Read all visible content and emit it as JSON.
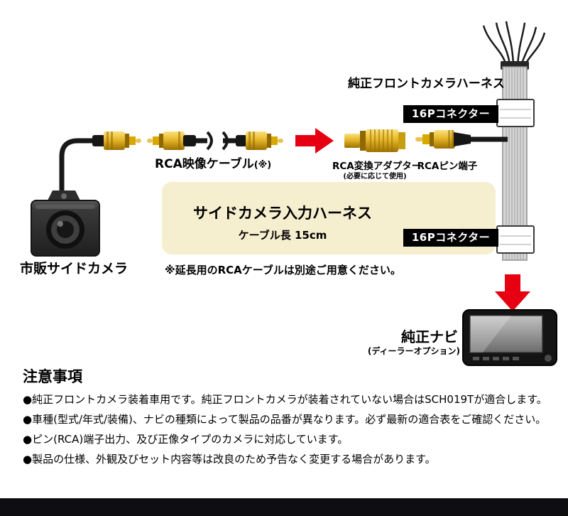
{
  "diagram": {
    "front_harness_label": "純正フロントカメラハーネス",
    "connector_top": "16Pコネクター",
    "connector_bottom": "16Pコネクター",
    "rca_cable_label": "RCA映像ケーブル",
    "rca_cable_mark": "(※)",
    "adapter_label": "RCA変換アダプター",
    "adapter_sub": "(必要に応じて使用)",
    "pin_label": "RCAピン端子",
    "box_title": "サイドカメラ入力ハーネス",
    "box_sub": "ケーブル長 15cm",
    "extension_note": "※延長用のRCAケーブルは別途ご用意ください。",
    "camera_label": "市販サイドカメラ",
    "navi_label": "純正ナビ",
    "navi_sub": "(ディーラーオプション)"
  },
  "notes": {
    "title": "注意事項",
    "items": [
      "●純正フロントカメラ装着車用です。純正フロントカメラが装着されていない場合はSCH019Tが適合します。",
      "●車種(型式/年式/装備)、ナビの種類によって製品の品番が異なります。必ず最新の適合表をご確認ください。",
      "●ピン(RCA)端子出力、及び正像タイプのカメラに対応しています。",
      "●製品の仕様、外観及びセット内容等は改良のため予告なく変更する場合があります。"
    ]
  },
  "colors": {
    "accent_red": "#e60012",
    "harness_box_bg": "#f5eecf",
    "rca_gold": "#e7b62a",
    "label_bg": "#000000"
  }
}
